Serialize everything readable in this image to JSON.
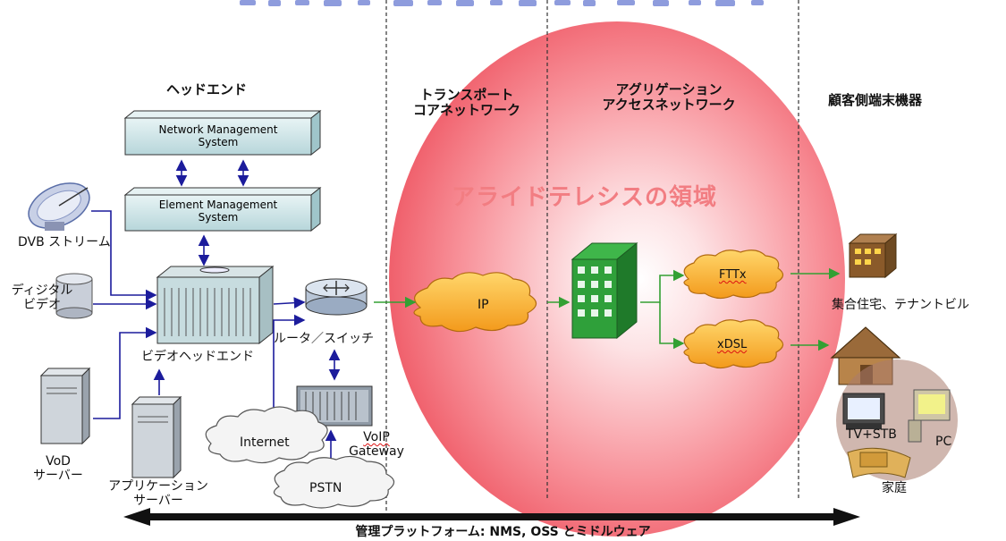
{
  "diagram": {
    "sections": {
      "headend": "ヘッドエンド",
      "transport_line1": "トランスポート",
      "transport_line2": "コアネットワーク",
      "aggregation_line1": "アグリゲーション",
      "aggregation_line2": "アクセスネットワーク",
      "customer": "顧客側端末機器"
    },
    "region_title": "アライドテレシスの領域",
    "headend": {
      "nms_line1": "Network Management",
      "nms_line2": "System",
      "ems_line1": "Element Management",
      "ems_line2": "System",
      "dvb": "DVB ストリーム",
      "digital_video_line1": "ディジタル",
      "digital_video_line2": "ビデオ",
      "video_headend": "ビデオヘッドエンド",
      "router": "ルータ／スイッチ",
      "vod_line1": "VoD",
      "vod_line2": "サーバー",
      "app_line1": "アプリケーション",
      "app_line2": "サーバー",
      "internet": "Internet",
      "voip_line1": "VoIP",
      "voip_line2": "Gateway",
      "pstn": "PSTN"
    },
    "network": {
      "ip": "IP",
      "fttx": "FTTx",
      "xdsl": "xDSL"
    },
    "customer": {
      "apartment": "集合住宅、テナントビル",
      "tv_stb": "TV+STB",
      "pc": "PC",
      "home": "家庭"
    },
    "bottom_label": "管理プラットフォーム: NMS, OSS とミドルウェア"
  },
  "colors": {
    "region_fill": "#f25a68",
    "box_fill": "#cfe6e8",
    "arrow_green": "#33a033",
    "arrow_blue": "#1c1c9c"
  }
}
